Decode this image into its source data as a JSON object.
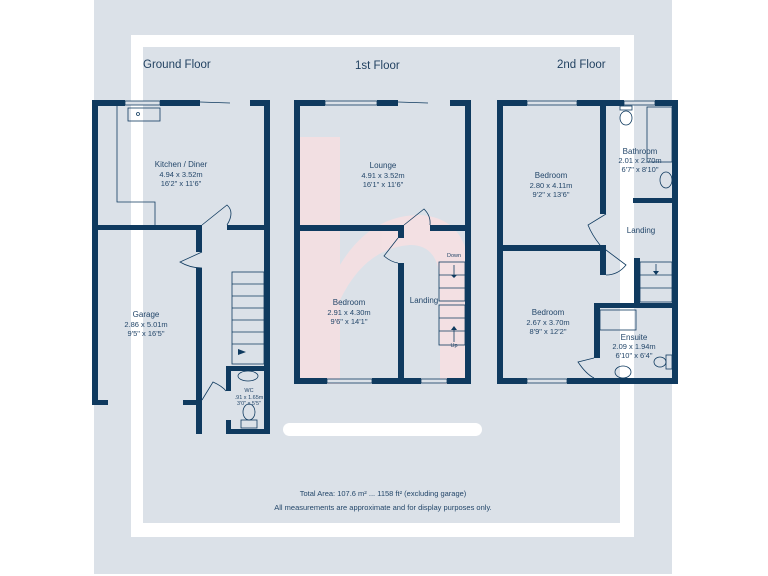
{
  "colors": {
    "background": "#dbe1e8",
    "frame": "#ffffff",
    "wall": "#0f3a5f",
    "watermark": "#f7dfe2",
    "text": "#24476a"
  },
  "floors": [
    {
      "title": "Ground Floor",
      "rooms": [
        {
          "name": "Kitchen / Diner",
          "metric": "4.94 x 3.52m",
          "imperial": "16'2\" x 11'6\""
        },
        {
          "name": "Garage",
          "metric": "2.86 x 5.01m",
          "imperial": "9'5\" x 16'5\""
        },
        {
          "name": "WC",
          "metric": ".91 x 1.65m",
          "imperial": "3'0\" x 5'5\""
        }
      ]
    },
    {
      "title": "1st Floor",
      "rooms": [
        {
          "name": "Lounge",
          "metric": "4.91 x 3.52m",
          "imperial": "16'1\" x 11'6\""
        },
        {
          "name": "Bedroom",
          "metric": "2.91 x 4.30m",
          "imperial": "9'6\" x 14'1\""
        },
        {
          "name": "Landing"
        }
      ],
      "stairs": {
        "down": "Down",
        "up": "Up"
      }
    },
    {
      "title": "2nd Floor",
      "rooms": [
        {
          "name": "Bedroom",
          "metric": "2.80 x 4.11m",
          "imperial": "9'2\" x 13'6\""
        },
        {
          "name": "Bathroom",
          "metric": "2.01 x 2.70m",
          "imperial": "6'7\" x 8'10\""
        },
        {
          "name": "Landing"
        },
        {
          "name": "Bedroom",
          "metric": "2.67 x 3.70m",
          "imperial": "8'9\" x 12'2\""
        },
        {
          "name": "Ensuite",
          "metric": "2.09 x 1.94m",
          "imperial": "6'10\" x 6'4\""
        }
      ]
    }
  ],
  "footer": {
    "total_area": "Total Area: 107.6 m² ... 1158 ft² (excluding garage)",
    "disclaimer": "All measurements are approximate and for display purposes only."
  }
}
